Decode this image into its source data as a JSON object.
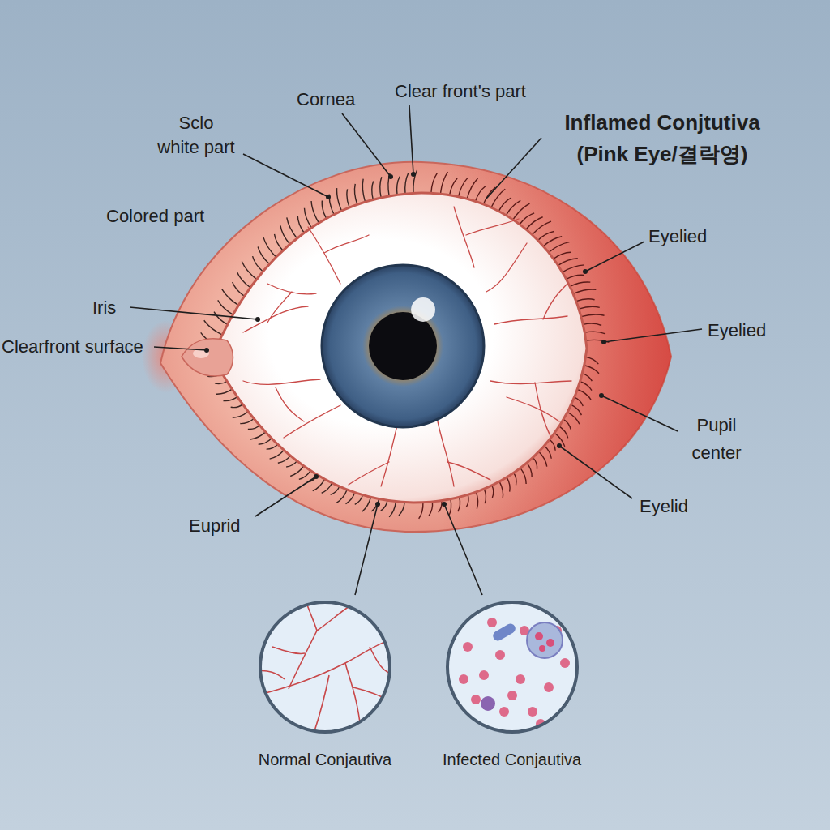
{
  "diagram": {
    "nodes": [
      {
        "text": [
          "Normal Conjautiva"
        ]
      },
      {
        "text": [
          "Infected Conjautiva"
        ]
      }
    ],
    "labels": [
      "Sclo white part",
      "Cornea",
      "Clear front's part",
      "Inflamed Conjtutiva (Pink Eye/결락영)",
      "Colored part",
      "Eyelied",
      "Iris",
      "Clearfront surface",
      "Eyelied",
      "Pupil center",
      "Eyelid",
      "Euprid"
    ]
  }
}
